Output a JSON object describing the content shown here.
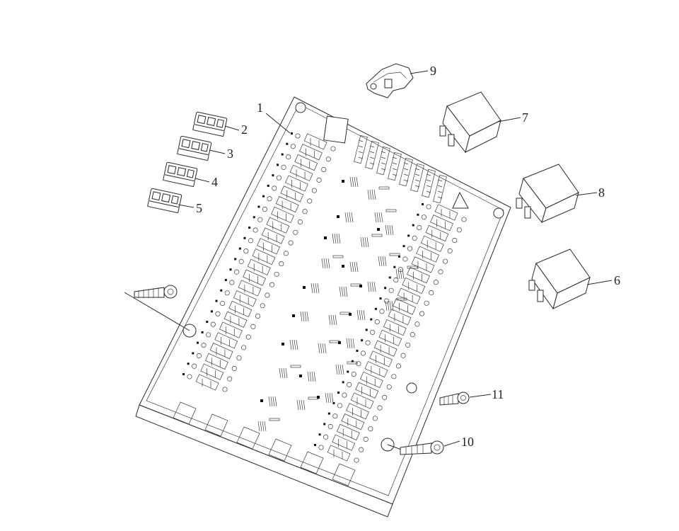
{
  "figure": {
    "callouts": [
      {
        "id": "c1",
        "label": "1"
      },
      {
        "id": "c2",
        "label": "2"
      },
      {
        "id": "c3",
        "label": "3"
      },
      {
        "id": "c4",
        "label": "4"
      },
      {
        "id": "c5",
        "label": "5"
      },
      {
        "id": "c6",
        "label": "6"
      },
      {
        "id": "c7",
        "label": "7"
      },
      {
        "id": "c8",
        "label": "8"
      },
      {
        "id": "c9",
        "label": "9"
      },
      {
        "id": "c10",
        "label": "10"
      },
      {
        "id": "c11",
        "label": "11"
      }
    ]
  },
  "colors": {
    "line": "#2a2a2a",
    "background": "#ffffff",
    "accent_dark": "#111111"
  }
}
